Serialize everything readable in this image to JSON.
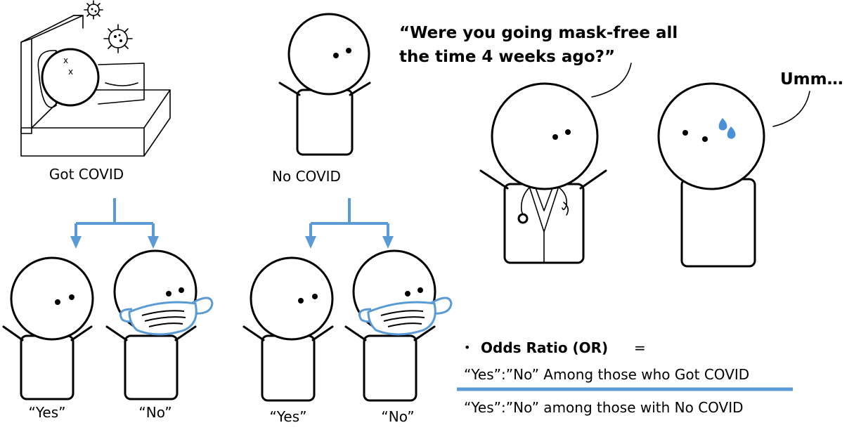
{
  "labels": {
    "got_covid": "Got COVID",
    "no_covid": "No COVID",
    "yes": "“Yes”",
    "no": "“No”"
  },
  "dialogue": {
    "doctor_line1": "“Were you going mask-free all",
    "doctor_line2": "the time 4 weeks ago?”",
    "patient": "Umm…"
  },
  "formula": {
    "bullet": "•",
    "term": "Odds Ratio (OR)",
    "equals": "=",
    "numerator": "“Yes”:”No” Among those who Got COVID",
    "denominator": "“Yes”:”No” among those with No COVID"
  },
  "colors": {
    "accent_blue": "#5b9bd5",
    "sweat_drop": "#4a90d9"
  },
  "icons": [
    "virus-icon",
    "bed-icon",
    "stethoscope-icon",
    "face-mask-icon",
    "sweat-drop-icon"
  ]
}
